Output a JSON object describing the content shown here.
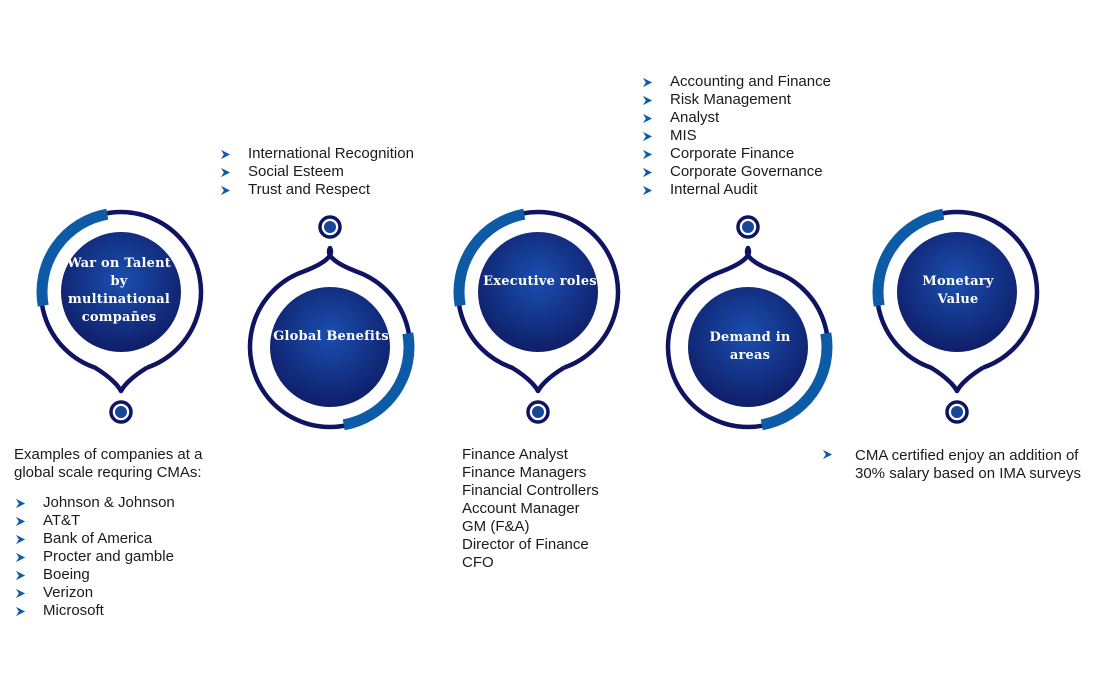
{
  "colors": {
    "navy": "#0e1461",
    "blue": "#0d5aa7",
    "dot_fill": "#17479a",
    "text": "#1b1b1b"
  },
  "icons": {
    "bullet": "chevron-right-icon"
  },
  "nodes": [
    {
      "label": "War on Talent by multinational compan̄es"
    },
    {
      "label": "Global Benefits"
    },
    {
      "label": "Executive roles"
    },
    {
      "label": "Demand in areas"
    },
    {
      "label": "Monetary Value"
    }
  ],
  "global_benefits": [
    "International Recognition",
    "Social Esteem",
    "Trust and Respect"
  ],
  "examples": {
    "intro": "Examples of companies at a global scale requring CMAs:",
    "companies": [
      "Johnson & Johnson",
      "AT&T",
      "Bank of America",
      "Procter and gamble",
      "Boeing",
      "Verizon",
      "Microsoft"
    ]
  },
  "executive_roles": [
    "Finance Analyst",
    "Finance Managers",
    "Financial Controllers",
    "Account Manager",
    "GM (F&A)",
    "Director of Finance",
    "CFO"
  ],
  "demand_areas": [
    "Accounting and Finance",
    "Risk Management",
    "Analyst",
    "MIS",
    "Corporate Finance",
    "Corporate Governance",
    "Internal Audit"
  ],
  "monetary": [
    "CMA certified enjoy an addition of 30% salary based on IMA surveys"
  ]
}
